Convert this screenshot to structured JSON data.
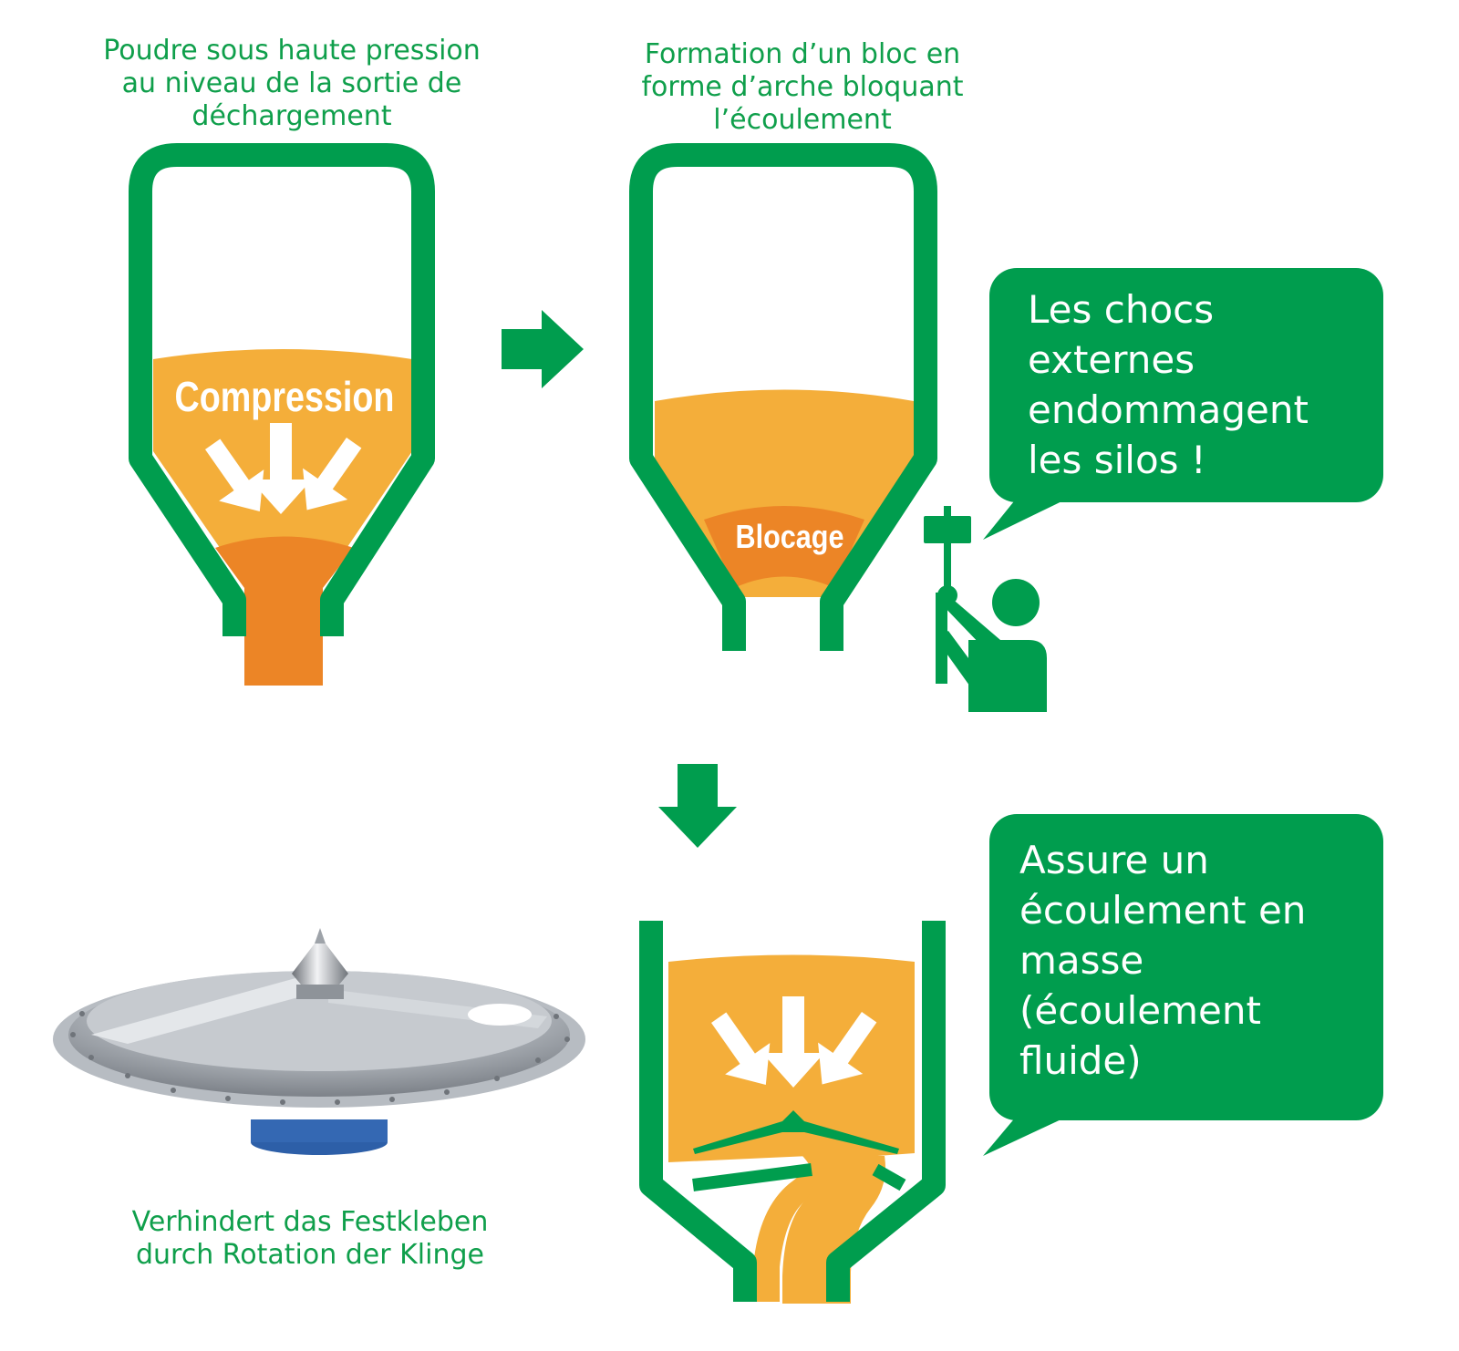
{
  "colors": {
    "green": "#009d4e",
    "caption_green": "#0f9f4b",
    "powder_light": "#f4ae3a",
    "powder_dark": "#ec8526",
    "white": "#ffffff"
  },
  "panel1": {
    "caption_lines": [
      "Poudre sous haute pression",
      "au niveau de la sortie de",
      "déchargement"
    ],
    "label": "Compression"
  },
  "panel2": {
    "caption_lines": [
      "Formation d’un bloc en",
      "forme d’arche bloquant",
      "l’écoulement"
    ],
    "label": "Blocage"
  },
  "bubble_top": {
    "lines": [
      "Les chocs",
      "externes",
      "endommagent",
      "les silos !"
    ]
  },
  "bubble_bottom": {
    "lines": [
      "Assure un",
      "écoulement en",
      "masse",
      "(écoulement",
      "fluide)"
    ]
  },
  "product": {
    "caption_lines": [
      "Verhindert das Festkleben",
      "durch Rotation der Klinge"
    ]
  },
  "icons": {
    "arrow_right": "arrow-right-icon",
    "arrow_down": "arrow-down-icon",
    "worker": "hammer-worker-icon"
  }
}
